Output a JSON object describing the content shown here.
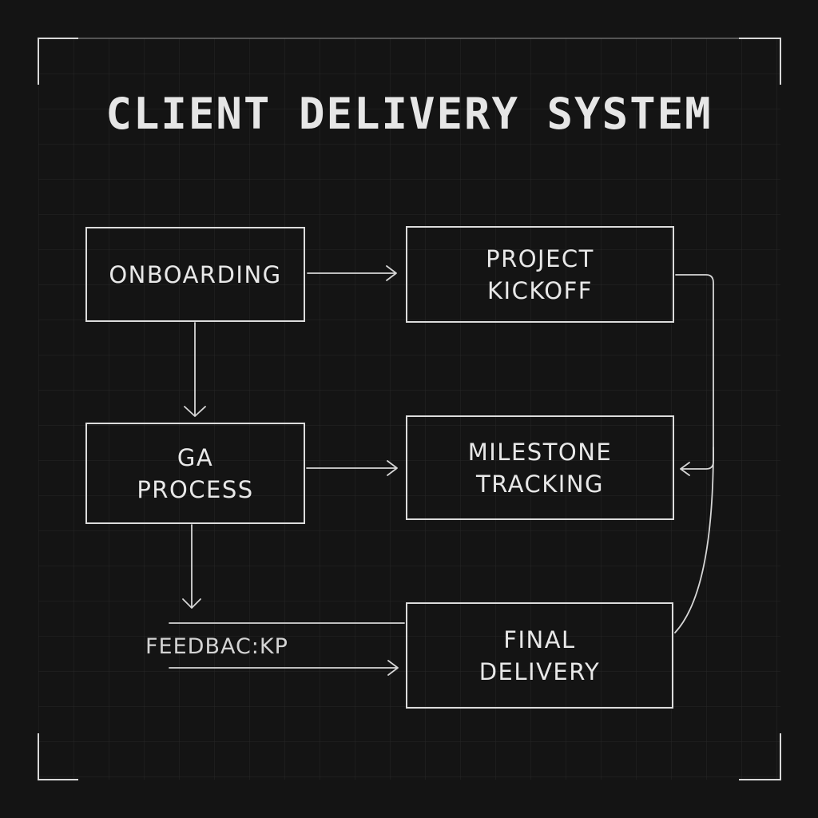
{
  "diagram": {
    "title": "CLIENT DELIVERY SYSTEM",
    "nodes": {
      "onboarding": {
        "lines": [
          "ONBOARDING"
        ]
      },
      "kickoff": {
        "lines": [
          "PROJECT",
          "KICKOFF"
        ]
      },
      "qa": {
        "lines": [
          "GA",
          "PROCESS"
        ]
      },
      "milestone": {
        "lines": [
          "MILESTONE",
          "TRACKING"
        ]
      },
      "final": {
        "lines": [
          "FINAL",
          "DELIVERY"
        ]
      }
    },
    "feedback_label": "FEEDBAC:KP",
    "edges": [
      {
        "from": "onboarding",
        "to": "kickoff"
      },
      {
        "from": "onboarding",
        "to": "qa"
      },
      {
        "from": "qa",
        "to": "milestone"
      },
      {
        "from": "qa",
        "to": "feedback"
      },
      {
        "from": "feedback",
        "to": "final"
      },
      {
        "from": "kickoff",
        "to": "milestone"
      },
      {
        "from": "final",
        "to": "kickoff"
      }
    ]
  },
  "colors": {
    "background": "#141414",
    "grid": "#2a2a2a",
    "stroke": "#dcdcdc",
    "text": "#e8e8e8"
  }
}
